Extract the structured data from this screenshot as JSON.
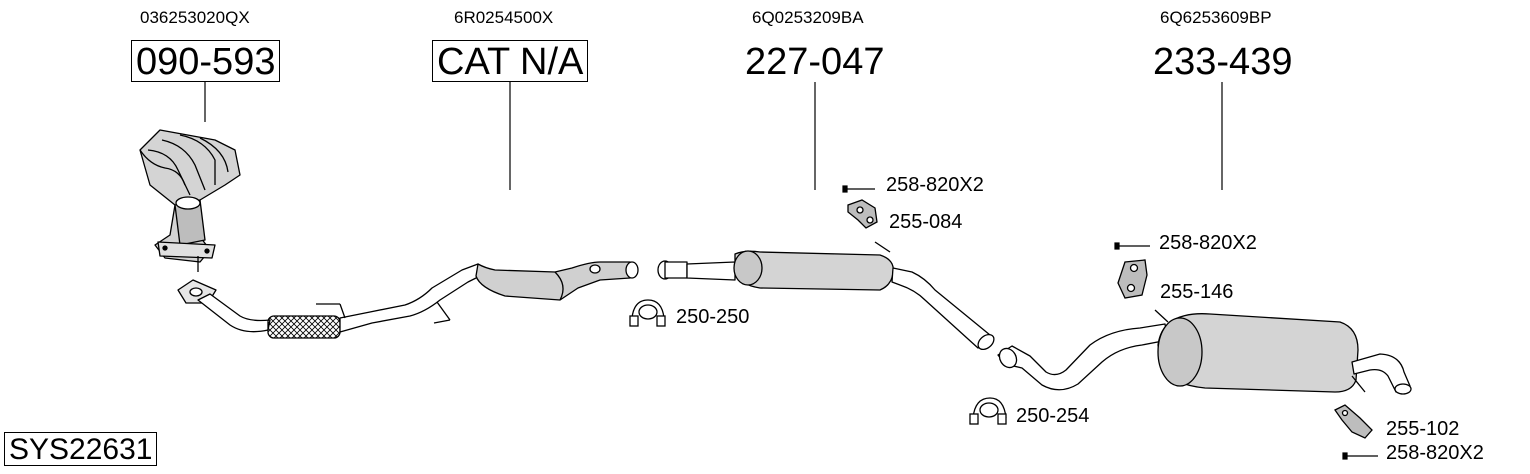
{
  "groups": [
    {
      "oem": "036253020QX",
      "part": "090-593"
    },
    {
      "oem": "6R0254500X",
      "part": "CAT N/A"
    },
    {
      "oem": "6Q0253209BA",
      "part": "227-047"
    },
    {
      "oem": "6Q6253609BP",
      "part": "233-439"
    }
  ],
  "fittings": {
    "bolt_mid": "258-820X2",
    "hanger_mid": "255-084",
    "clamp_front": "250-250",
    "bolt_rear": "258-820X2",
    "hanger_rear": "255-146",
    "clamp_rear": "250-254",
    "bracket_tail": "255-102",
    "bolt_tail": "258-820X2"
  },
  "system_code": "SYS22631"
}
